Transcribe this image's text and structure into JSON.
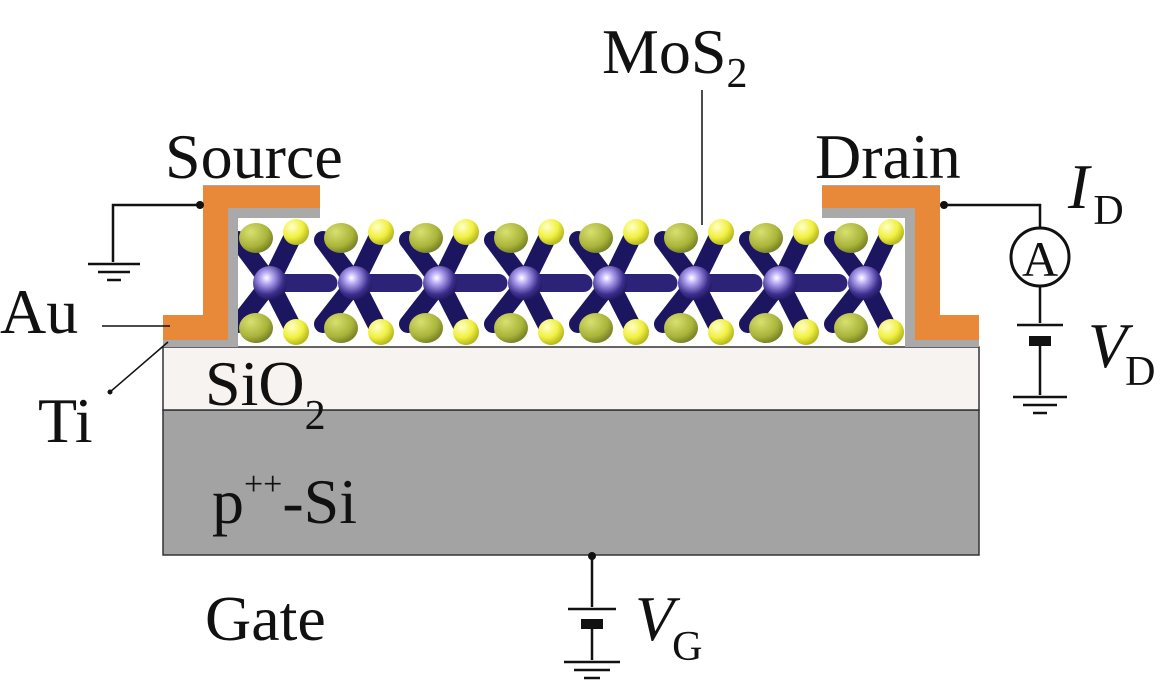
{
  "labels": {
    "mos2_main": "MoS",
    "mos2_sub": "2",
    "source": "Source",
    "drain": "Drain",
    "au": "Au",
    "ti": "Ti",
    "sio2_main": "SiO",
    "sio2_sub": "2",
    "si_base": "p",
    "si_sup": "++",
    "si_tail": "-Si",
    "gate": "Gate",
    "id_main": "I",
    "id_sub": "D",
    "vd_main": "V",
    "vd_sub": "D",
    "vg_main": "V",
    "vg_sub": "G",
    "ammeter": "A"
  },
  "colors": {
    "contact_gold": "#e8893a",
    "titanium": "#a9a9a9",
    "sio2": "#f7f3f1",
    "silicon": "#a3a3a3",
    "molybdenum": "#3c2e8e",
    "sulfur": "#f0f040",
    "sulfur_shadow": "#a9b43a"
  },
  "lattice": {
    "unit_cells": 8
  }
}
